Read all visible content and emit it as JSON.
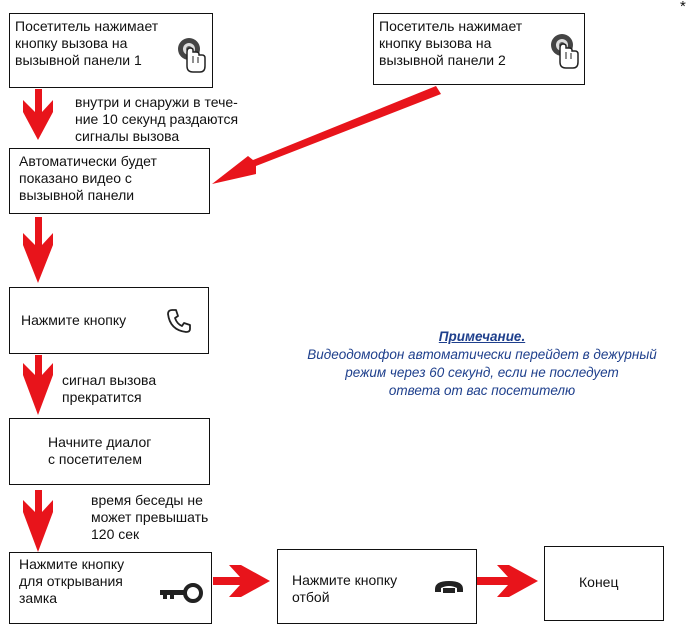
{
  "boxes": {
    "panel1": "Посетитель нажимает\nкнопку вызова на\nвызывной панели 1",
    "panel2": "Посетитель нажимает\nкнопку вызова на\nвызывной панели 2",
    "auto_video": "Автоматически будет\nпоказано  видео с\nвызывной панели",
    "press_button": "Нажмите кнопку",
    "start_dialog": "Начните диалог\nс посетителем",
    "press_unlock": "Нажмите кнопку\nдля открывания\nзамка",
    "press_hangup": "Нажмите кнопку\nотбой",
    "end": "Конец"
  },
  "annotations": {
    "ring": "внутри и снаружи в тече-\nние 10 секунд раздаются\nсигналы вызова",
    "stop": "сигнал вызова\nпрекратится",
    "talk_limit": "время беседы не\nможет превышать\n120 сек"
  },
  "note": {
    "title": "Примечание.",
    "text": "Видеодомофон автоматически перейдет в дежурный\nрежим через 60 секунд, если не последует\nответа от вас посетителю"
  },
  "asterisk": "*",
  "icons": {
    "panel1": "call-button-finger-icon",
    "panel2": "call-button-finger-icon",
    "press_button": "phone-handset-icon",
    "press_unlock": "key-icon",
    "press_hangup": "hangup-phone-icon"
  },
  "colors": {
    "arrow": "#e8141b",
    "note": "#1e3f8c",
    "border": "#111111"
  }
}
